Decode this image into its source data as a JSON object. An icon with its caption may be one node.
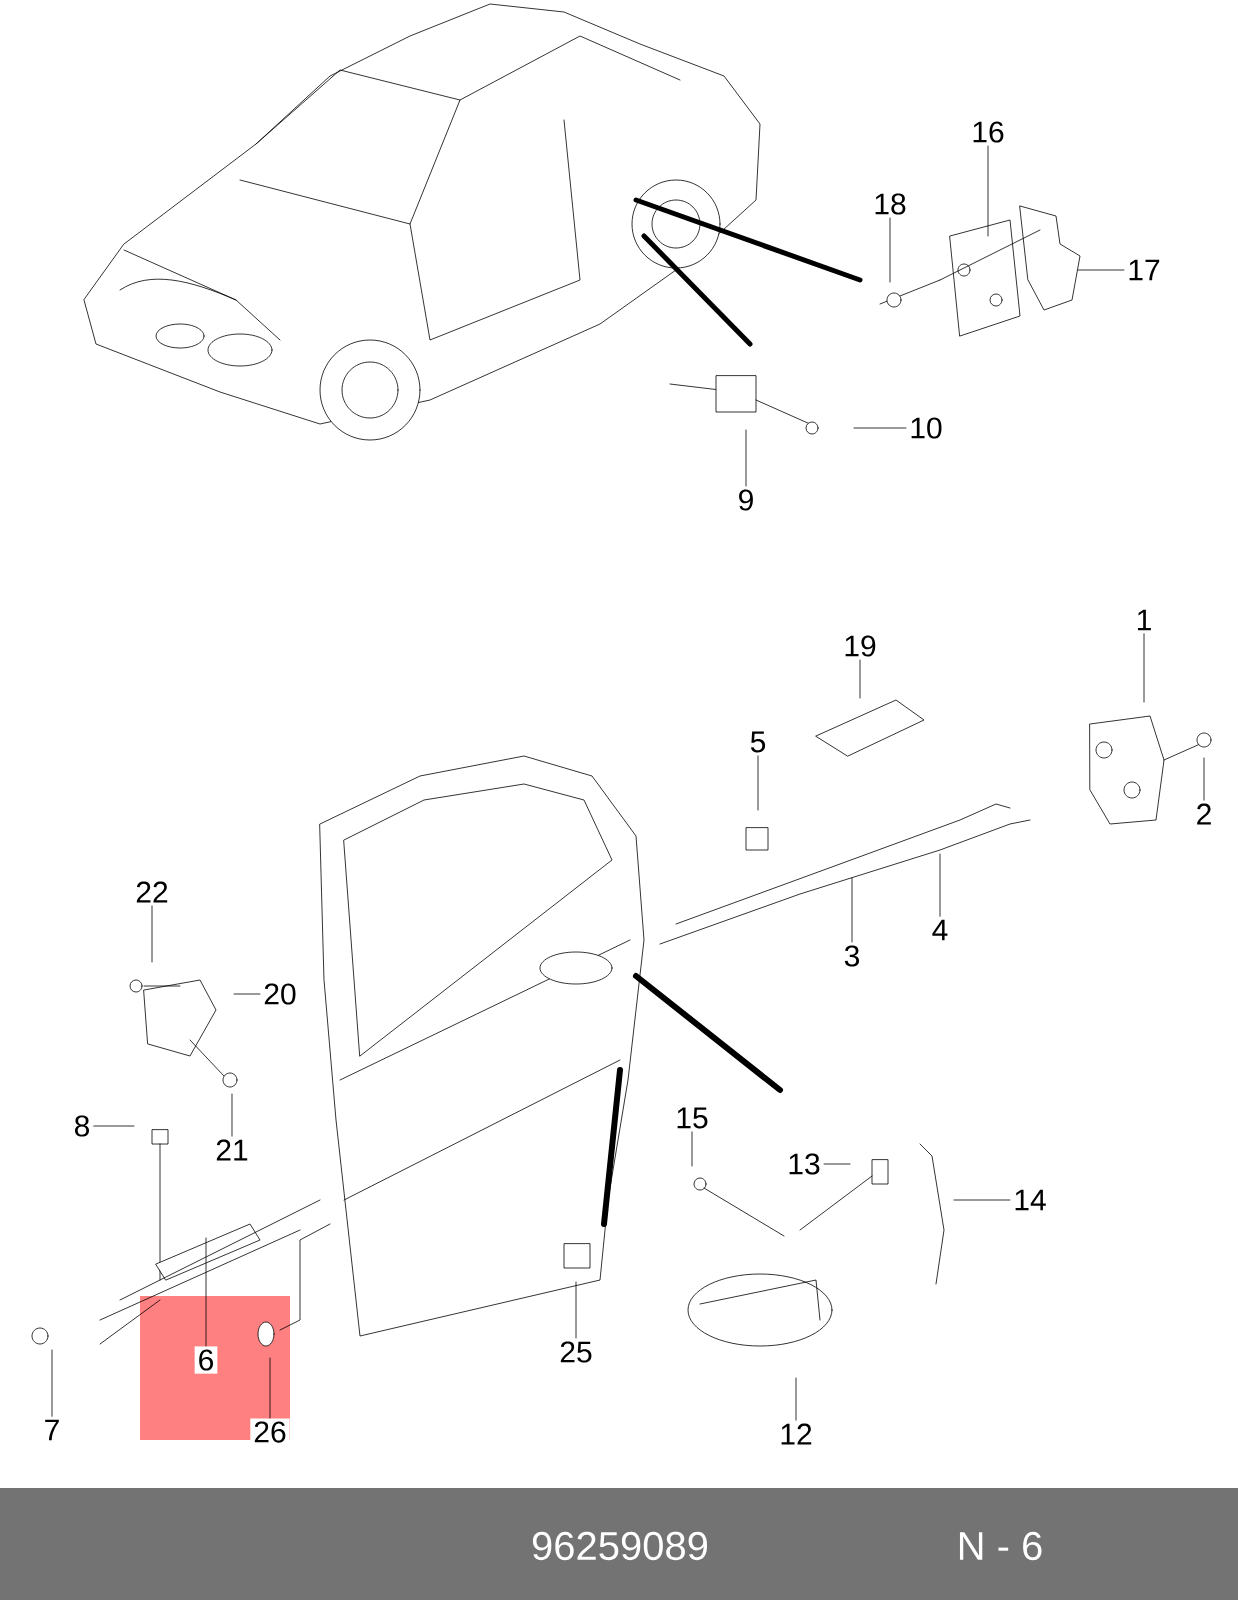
{
  "diagram": {
    "nodes": [
      {
        "text": [
          "16"
        ]
      },
      {
        "text": [
          "18"
        ]
      },
      {
        "text": [
          "17"
        ]
      },
      {
        "text": [
          "10"
        ]
      },
      {
        "text": [
          "9"
        ]
      },
      {
        "text": [
          "1"
        ]
      },
      {
        "text": [
          "19"
        ]
      },
      {
        "text": [
          "5"
        ]
      },
      {
        "text": [
          "2"
        ]
      },
      {
        "text": [
          "3"
        ]
      },
      {
        "text": [
          "4"
        ]
      },
      {
        "text": [
          "22"
        ]
      },
      {
        "text": [
          "20"
        ]
      },
      {
        "text": [
          "21"
        ]
      },
      {
        "text": [
          "8"
        ]
      },
      {
        "text": [
          "15"
        ]
      },
      {
        "text": [
          "13"
        ]
      },
      {
        "text": [
          "14"
        ]
      },
      {
        "text": [
          "6"
        ]
      },
      {
        "text": [
          "7"
        ]
      },
      {
        "text": [
          "25"
        ]
      },
      {
        "text": [
          "26"
        ]
      },
      {
        "text": [
          "12"
        ]
      }
    ],
    "edges": [
      {
        "from": 0,
        "to": null,
        "arrow": "none"
      },
      {
        "from": 1,
        "to": null,
        "arrow": "none"
      },
      {
        "from": 2,
        "to": null,
        "arrow": "none"
      },
      {
        "from": 3,
        "to": null,
        "arrow": "none"
      },
      {
        "from": 4,
        "to": null,
        "arrow": "none"
      },
      {
        "from": 5,
        "to": null,
        "arrow": "none"
      },
      {
        "from": 6,
        "to": null,
        "arrow": "none"
      },
      {
        "from": 7,
        "to": null,
        "arrow": "none"
      },
      {
        "from": 8,
        "to": null,
        "arrow": "none"
      },
      {
        "from": 9,
        "to": null,
        "arrow": "none"
      },
      {
        "from": 10,
        "to": null,
        "arrow": "none"
      },
      {
        "from": 11,
        "to": null,
        "arrow": "none"
      },
      {
        "from": 12,
        "to": null,
        "arrow": "none"
      },
      {
        "from": 13,
        "to": null,
        "arrow": "none"
      },
      {
        "from": 14,
        "to": null,
        "arrow": "none"
      },
      {
        "from": 15,
        "to": null,
        "arrow": "none"
      },
      {
        "from": 16,
        "to": null,
        "arrow": "none"
      },
      {
        "from": 17,
        "to": null,
        "arrow": "none"
      },
      {
        "from": 18,
        "to": null,
        "arrow": "none"
      },
      {
        "from": 19,
        "to": null,
        "arrow": "none"
      },
      {
        "from": 20,
        "to": null,
        "arrow": "none"
      },
      {
        "from": 21,
        "to": null,
        "arrow": "none"
      },
      {
        "from": 22,
        "to": null,
        "arrow": "none"
      }
    ],
    "labels": [
      "96259089",
      "N - 6"
    ]
  }
}
